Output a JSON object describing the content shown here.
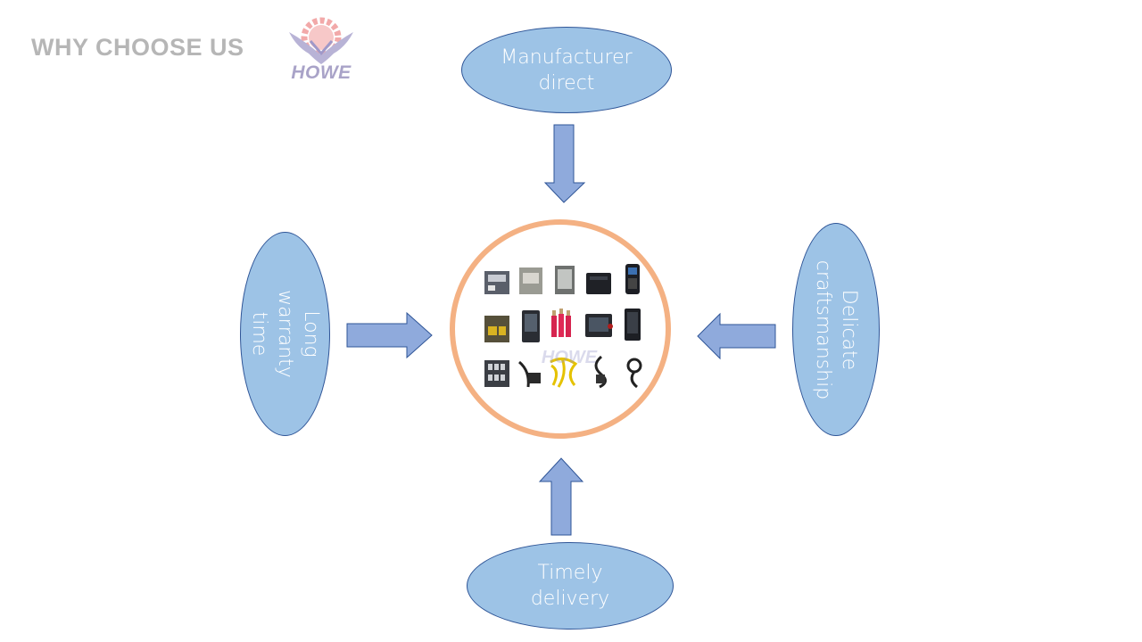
{
  "header": {
    "title": "WHY CHOOSE US",
    "logo_text": "HOWE"
  },
  "diagram": {
    "top": "Manufacturer\ndirect",
    "left": "Long\nwarranty time",
    "right": "Delicate\ncraftsmanship",
    "bottom": "Timely\ndelivery",
    "colors": {
      "ellipse_fill": "#9dc3e6",
      "ellipse_border": "#2f5597",
      "arrow_fill": "#8faadc",
      "arrow_border": "#2f5597",
      "hub_ring": "#f4b183",
      "title_gray": "#b6b6b6"
    }
  },
  "hub": {
    "image": "product-collage",
    "watermark": "HOWE",
    "items": [
      "controller-box",
      "controller-box",
      "controller-box",
      "ecu-unit",
      "handheld-tester",
      "control-module",
      "phone-device",
      "fuel-injectors",
      "monitor-display",
      "tablet-device",
      "switch-panel",
      "sensor-cable",
      "wiring-harness",
      "sensor-cable",
      "sensor-cable"
    ]
  }
}
